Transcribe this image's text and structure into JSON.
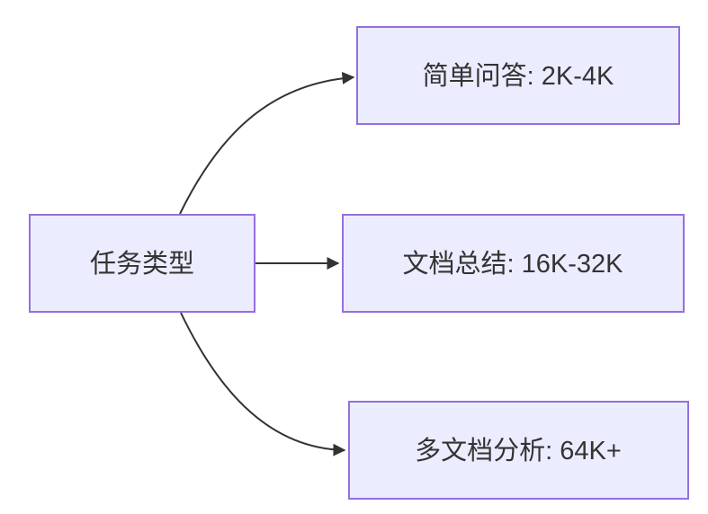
{
  "diagram": {
    "type": "flowchart-left-to-right",
    "colors": {
      "page_bg": "#ffffff",
      "node_fill": "#ECECFF",
      "node_border": "#9370DB",
      "edge_color": "#333333",
      "text_color": "#333333"
    },
    "root": {
      "label": "任务类型"
    },
    "branches": [
      {
        "label": "简单问答: 2K-4K"
      },
      {
        "label": "文档总结: 16K-32K"
      },
      {
        "label": "多文档分析: 64K+"
      }
    ]
  }
}
